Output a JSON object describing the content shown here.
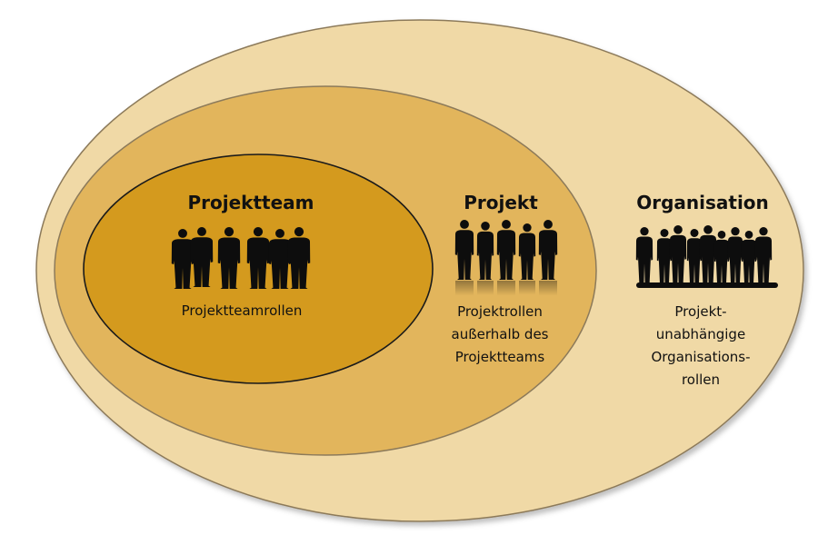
{
  "colors": {
    "organisation_fill": "#f0d9a6",
    "projekt_fill": "#e2b55c",
    "projektteam_fill": "#d49a1e",
    "outline": "#8c7a5a",
    "inner_outline": "#1a1a1a",
    "silhouette": "#0d0d0d",
    "text": "#111111"
  },
  "rings": {
    "organisation": {
      "title": "Organisation",
      "description_lines": [
        "Projekt-",
        "unabhängige",
        "Organisations-",
        "rollen"
      ],
      "icon": "people-crowd-silhouette-icon"
    },
    "projekt": {
      "title": "Projekt",
      "description_lines": [
        "Projektrollen",
        "außerhalb des",
        "Projektteams"
      ],
      "icon": "people-group-silhouette-icon"
    },
    "projektteam": {
      "title": "Projektteam",
      "description_lines": [
        "Projektteamrollen"
      ],
      "icon": "team-silhouette-icon"
    }
  }
}
